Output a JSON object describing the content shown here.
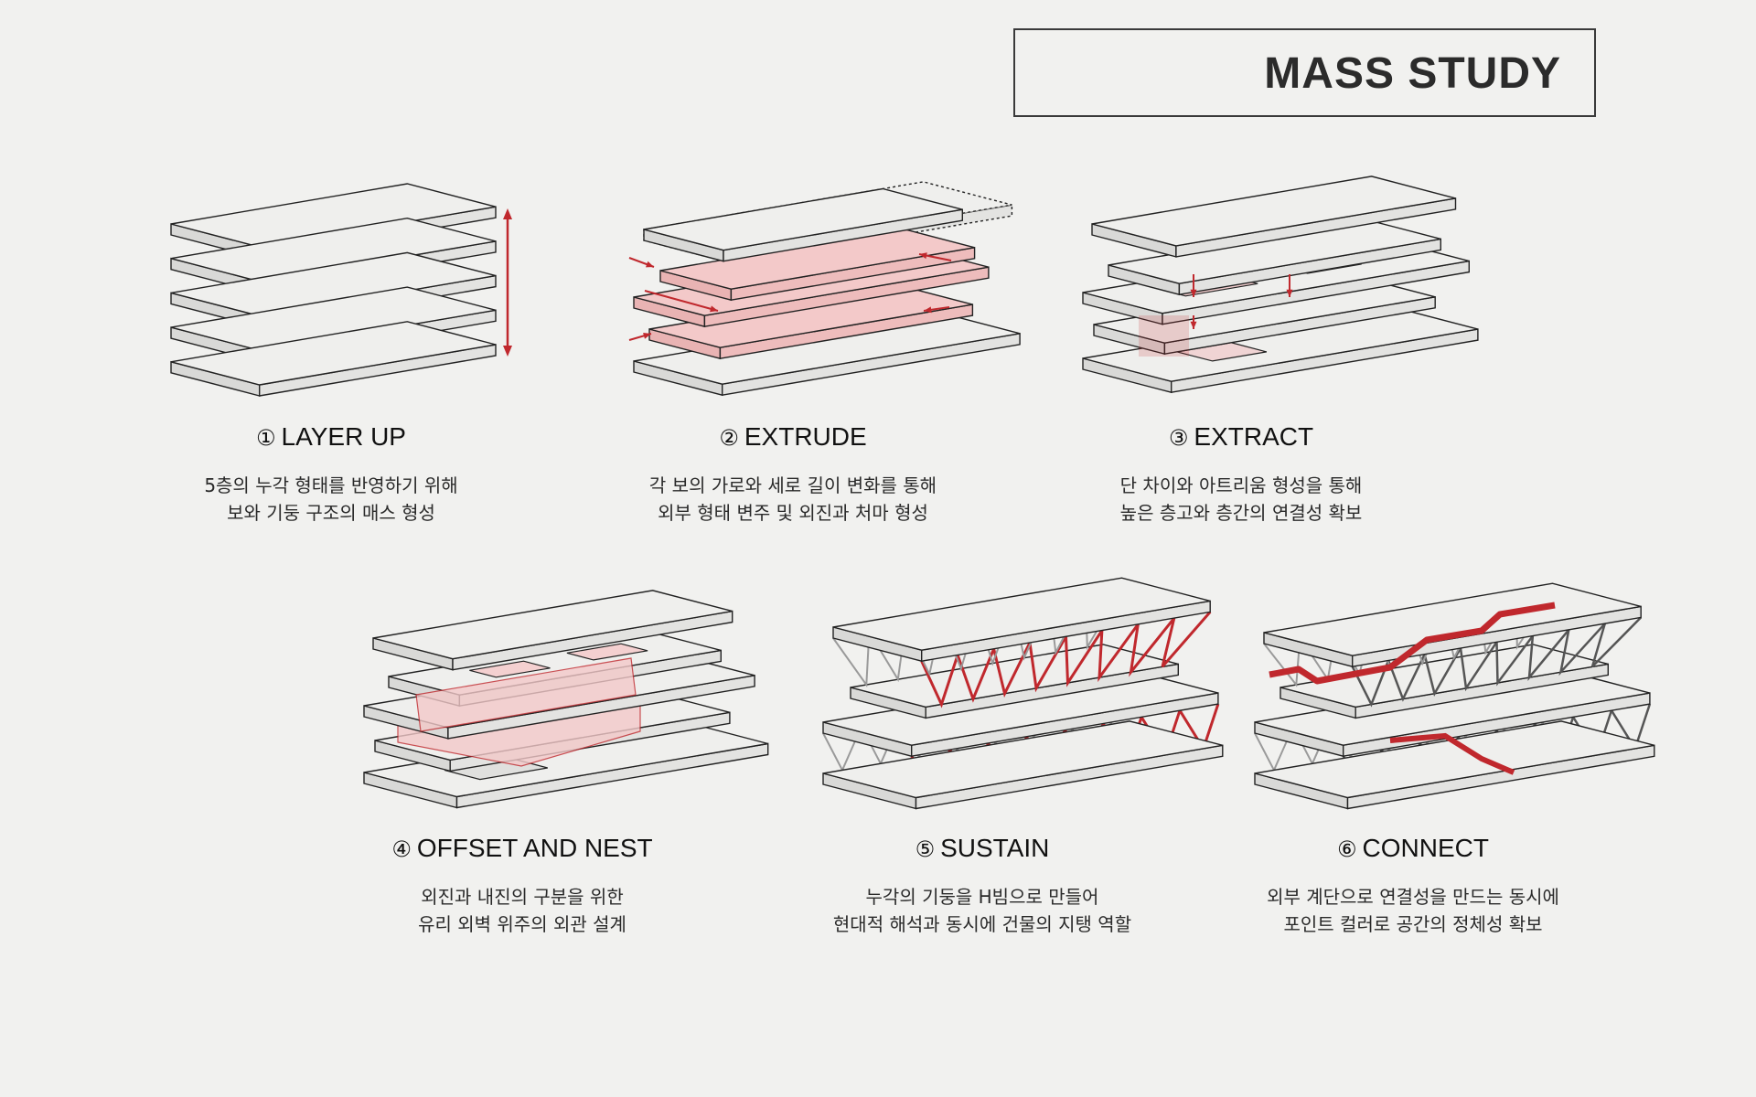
{
  "header": {
    "title": "MASS STUDY"
  },
  "steps": [
    {
      "num": "①",
      "title": "LAYER UP",
      "desc1": "5층의 누각 형태를 반영하기 위해",
      "desc2": "보와 기둥 구조의 매스 형성"
    },
    {
      "num": "②",
      "title": "EXTRUDE",
      "desc1": "각 보의 가로와 세로 길이 변화를 통해",
      "desc2": "외부 형태 변주 및 외진과 처마 형성"
    },
    {
      "num": "③",
      "title": "EXTRACT",
      "desc1": "단 차이와 아트리움 형성을 통해",
      "desc2": "높은 층고와 층간의 연결성 확보"
    },
    {
      "num": "④",
      "title": "OFFSET AND NEST",
      "desc1": "외진과 내진의 구분을 위한",
      "desc2": "유리 외벽 위주의 외관 설계"
    },
    {
      "num": "⑤",
      "title": "SUSTAIN",
      "desc1": "누각의 기둥을 H빔으로 만들어",
      "desc2": "현대적 해석과 동시에 건물의 지탱 역할"
    },
    {
      "num": "⑥",
      "title": "CONNECT",
      "desc1": "외부 계단으로 연결성을 만드는 동시에",
      "desc2": "포인트 컬러로 공간의 정체성 확보"
    }
  ],
  "colors": {
    "accent": "#c0282d",
    "highlight": "#f3c9c9",
    "slab": "#efefed",
    "line": "#222222"
  }
}
